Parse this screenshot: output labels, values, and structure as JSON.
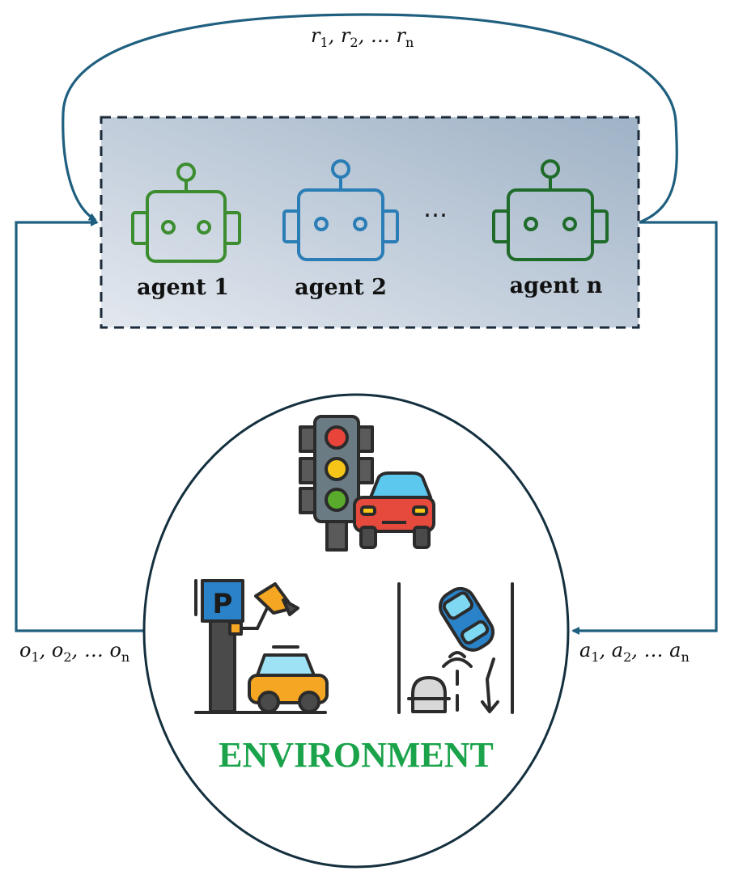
{
  "agents": [
    {
      "label": "agent 1",
      "color": "#3c8d2f"
    },
    {
      "label": "agent 2",
      "color": "#2a7db5"
    },
    {
      "label": "agent n",
      "color": "#1f6b2a"
    }
  ],
  "ellipsis": "…",
  "rewards": {
    "var": "r",
    "sub1": "1",
    "sub2": "2",
    "subn": "n",
    "sep": ", ",
    "dots": "…"
  },
  "observations": {
    "var": "o",
    "sub1": "1",
    "sub2": "2",
    "subn": "n",
    "sep": ", ",
    "dots": "…"
  },
  "actions": {
    "var": "a",
    "sub1": "1",
    "sub2": "2",
    "subn": "n",
    "sep": ", ",
    "dots": "…"
  },
  "environment": {
    "title": "ENVIRONMENT",
    "color": "#1aa34a"
  },
  "parking_sign": "P",
  "colors": {
    "arrow": "#1f5f7f",
    "box_border": "#1a2a3a",
    "outline": "#2b2b2b"
  }
}
